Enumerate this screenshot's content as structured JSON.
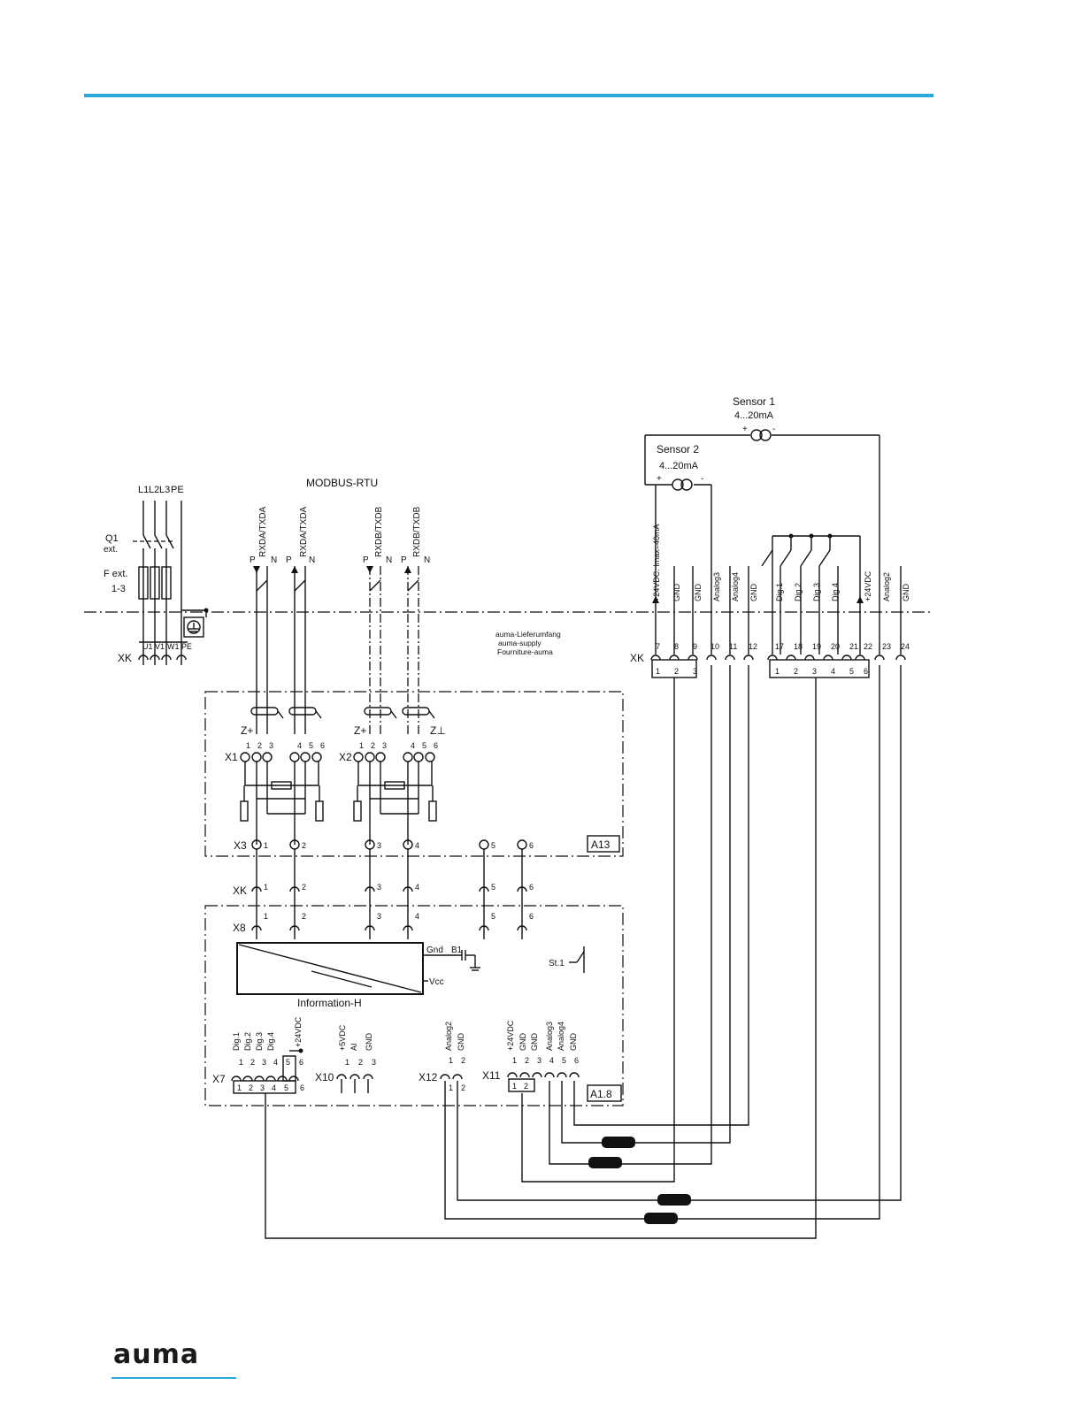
{
  "diagram": {
    "title_bus": "MODBUS-RTU",
    "power_labels": [
      "L1",
      "L2",
      "L3",
      "PE"
    ],
    "q1_label": "Q1",
    "q1_sub": "ext.",
    "fuse_label": "F ext.",
    "fuse_sub": "1-3",
    "xk_label": "XK",
    "power_terminals": [
      "U1",
      "V1",
      "W1",
      "PE"
    ],
    "bus_signals": [
      "RXDA/TXDA",
      "RXDA/TXDA",
      "RXDB/TXDB",
      "RXDB/TXDB"
    ],
    "p_label": "P",
    "n_label": "N",
    "supply_note": [
      "auma-Lieferumfang",
      "auma-supply",
      "Fourniture-auma"
    ],
    "sensor1": {
      "name": "Sensor 1",
      "range": "4...20mA"
    },
    "sensor2": {
      "name": "Sensor 2",
      "range": "4...20mA"
    },
    "plus": "+",
    "minus": "-",
    "xk_signals": [
      "+24VDC. Imax=40mA",
      "GND",
      "GND",
      "Analog3",
      "Analog4",
      "GND",
      "Dig.1",
      "Dig.2",
      "Dig.3",
      "Dig.4",
      "+24VDC",
      "Analog2",
      "GND"
    ],
    "xk_numbers": [
      "7",
      "8",
      "9",
      "10",
      "11",
      "12",
      "17",
      "18",
      "19",
      "20",
      "21",
      "22",
      "23",
      "24"
    ],
    "xk_sub": [
      "1",
      "2",
      "3",
      "1",
      "2",
      "3",
      "4",
      "5",
      "6"
    ],
    "a13": {
      "label": "A13",
      "z_plus": "Z+",
      "z_perp": "Z⊥",
      "x1": "X1",
      "x2": "X2",
      "x3": "X3",
      "pins6": [
        "1",
        "2",
        "3",
        "4",
        "5",
        "6"
      ]
    },
    "xk_mid_label": "XK",
    "a18": {
      "label": "A1.8",
      "x8": "X8",
      "info_label": "Information-H",
      "gnd": "Gnd",
      "b1": "B1",
      "vcc": "Vcc",
      "st1": "St.1",
      "x7": {
        "label": "X7",
        "signals": [
          "Dig.1",
          "Dig.2",
          "Dig.3",
          "Dig.4",
          "+24VDC"
        ]
      },
      "x10": {
        "label": "X10",
        "signals": [
          "+5VDC",
          "AI",
          "GND"
        ],
        "pins": [
          "1",
          "2",
          "3"
        ]
      },
      "x12": {
        "label": "X12",
        "signals": [
          "Analog2",
          "GND"
        ],
        "pins": [
          "1",
          "2"
        ]
      },
      "x11": {
        "label": "X11",
        "signals": [
          "+24VDC",
          "GND",
          "GND",
          "Analog3",
          "Analog4",
          "GND"
        ]
      }
    }
  },
  "footer": {
    "logo": "auma"
  }
}
